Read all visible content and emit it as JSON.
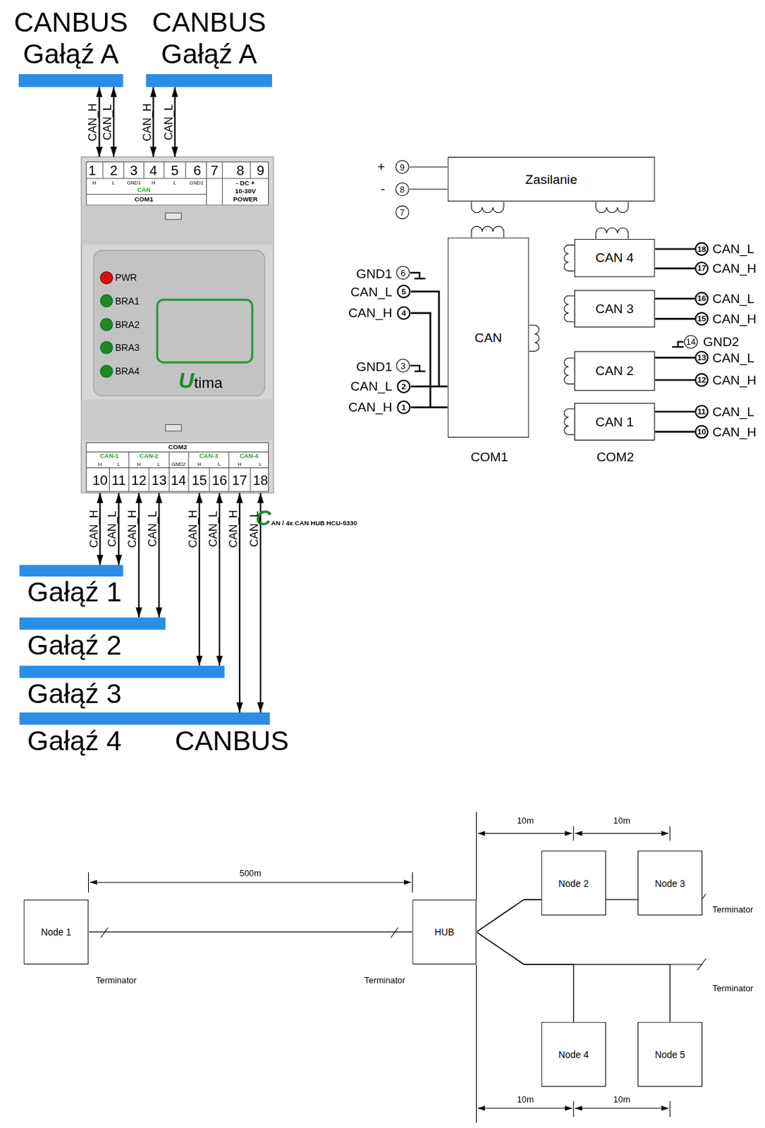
{
  "diagram": {
    "nodes": [
      {
        "text": [
          "CANBUS Gałąź A"
        ]
      },
      {
        "text": [
          "CANBUS Gałąź A"
        ]
      },
      {
        "text": [
          "Utima"
        ]
      },
      {
        "text": [
          "CAN / 4x CAN HUB HCU-5330"
        ],
        "in": 2
      },
      {
        "text": [
          "Gałąź 1"
        ]
      },
      {
        "text": [
          "Gałąź 2"
        ]
      },
      {
        "text": [
          "Gałąź 3"
        ]
      },
      {
        "text": [
          "Gałąź 4"
        ]
      },
      {
        "text": [
          "Zasilanie"
        ]
      },
      {
        "text": [
          "CAN"
        ]
      },
      {
        "text": [
          "CAN 4"
        ]
      },
      {
        "text": [
          "CAN 3"
        ]
      },
      {
        "text": [
          "CAN 2"
        ]
      },
      {
        "text": [
          "CAN 1"
        ]
      },
      {
        "text": [
          "Node 1"
        ]
      },
      {
        "text": [
          "HUB"
        ]
      },
      {
        "text": [
          "Node 2"
        ]
      },
      {
        "text": [
          "Node 3"
        ]
      },
      {
        "text": [
          "Node 4"
        ]
      },
      {
        "text": [
          "Node 5"
        ]
      }
    ],
    "edges": [
      {
        "from": 2,
        "to": 0,
        "arrow": "both",
        "label": "CAN_H"
      },
      {
        "from": 2,
        "to": 0,
        "arrow": "both",
        "label": "CAN_L"
      },
      {
        "from": 2,
        "to": 1,
        "arrow": "both",
        "label": "CAN_H"
      },
      {
        "from": 2,
        "to": 1,
        "arrow": "both",
        "label": "CAN_L"
      },
      {
        "from": 2,
        "to": 4,
        "arrow": "both",
        "label": "CAN_H"
      },
      {
        "from": 2,
        "to": 4,
        "arrow": "both",
        "label": "CAN_L"
      },
      {
        "from": 2,
        "to": 5,
        "arrow": "both",
        "label": "CAN_H"
      },
      {
        "from": 2,
        "to": 5,
        "arrow": "both",
        "label": "CAN_L"
      },
      {
        "from": 2,
        "to": 6,
        "arrow": "both",
        "label": "CAN_H"
      },
      {
        "from": 2,
        "to": 6,
        "arrow": "both",
        "label": "CAN_L"
      },
      {
        "from": 2,
        "to": 7,
        "arrow": "both",
        "label": "CAN_H"
      },
      {
        "from": 2,
        "to": 7,
        "arrow": "both",
        "label": "CAN_L"
      },
      {
        "from": 14,
        "to": 15,
        "arrow": "none"
      },
      {
        "from": 15,
        "to": 16,
        "arrow": "none"
      },
      {
        "from": 15,
        "to": 17,
        "arrow": "none"
      },
      {
        "from": 15,
        "to": 18,
        "arrow": "none"
      },
      {
        "from": 15,
        "to": 19,
        "arrow": "none"
      }
    ],
    "labels": [
      "1",
      "2",
      "3",
      "4",
      "5",
      "6",
      "7",
      "8",
      "9",
      "H",
      "L",
      "GND1",
      "H",
      "L",
      "GND1",
      "- DC +",
      "CAN",
      "10-30V",
      "COM1",
      "POWER",
      "PWR",
      "BRA1",
      "BRA2",
      "BRA3",
      "BRA4",
      "COM2",
      "CAN-1",
      "CAN-2",
      "CAN-3",
      "CAN-4",
      "H",
      "L",
      "H",
      "L",
      "GND2",
      "H",
      "L",
      "H",
      "L",
      "10",
      "11",
      "12",
      "13",
      "14",
      "15",
      "16",
      "17",
      "18",
      "CANBUS",
      "+",
      "9",
      "-",
      "8",
      "7",
      "GND1",
      "6",
      "CAN_L",
      "5",
      "CAN_H",
      "4",
      "GND1",
      "3",
      "CAN_L",
      "2",
      "CAN_H",
      "1",
      "COM1",
      "COM2",
      "18",
      "CAN_L",
      "17",
      "CAN_H",
      "16",
      "CAN_L",
      "15",
      "CAN_H",
      "14",
      "GND2",
      "13",
      "CAN_L",
      "12",
      "CAN_H",
      "11",
      "CAN_L",
      "10",
      "CAN_H",
      "500m",
      "10m",
      "10m",
      "10m",
      "10m",
      "Terminator",
      "Terminator",
      "Terminator",
      "Terminator"
    ]
  }
}
